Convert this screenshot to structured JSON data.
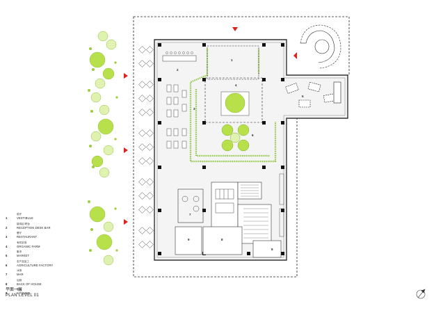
{
  "legend": [
    {
      "num": "1",
      "cn": "前厅",
      "en": "VESTIBULE"
    },
    {
      "num": "2",
      "cn": "接待区/吧台",
      "en": "RECEPTION DESK BAR"
    },
    {
      "num": "3",
      "cn": "餐厅",
      "en": "RESTAURANT"
    },
    {
      "num": "4",
      "cn": "有机农场",
      "en": "ORGANIC FARM"
    },
    {
      "num": "5",
      "cn": "集市",
      "en": "MARKET"
    },
    {
      "num": "6",
      "cn": "农产品加工",
      "en": "AGRICULTURE FACTORY"
    },
    {
      "num": "7",
      "cn": "冰场",
      "en": "MAR"
    },
    {
      "num": "8",
      "cn": "后勤",
      "en": "BACK OF HOUSE"
    },
    {
      "num": "9",
      "cn": "厨房",
      "en": "KITCHEN"
    }
  ],
  "title": {
    "cn": "平面一层",
    "en": "PLAN LEVEL 01"
  },
  "room_labels": [
    "1",
    "2",
    "3",
    "4",
    "5",
    "6",
    "7",
    "8",
    "9",
    "8"
  ],
  "colors": {
    "line": "#222222",
    "green": "#b8e04a",
    "green_light": "#dff2b0",
    "arrow": "#e0201b",
    "wall": "#333333"
  }
}
